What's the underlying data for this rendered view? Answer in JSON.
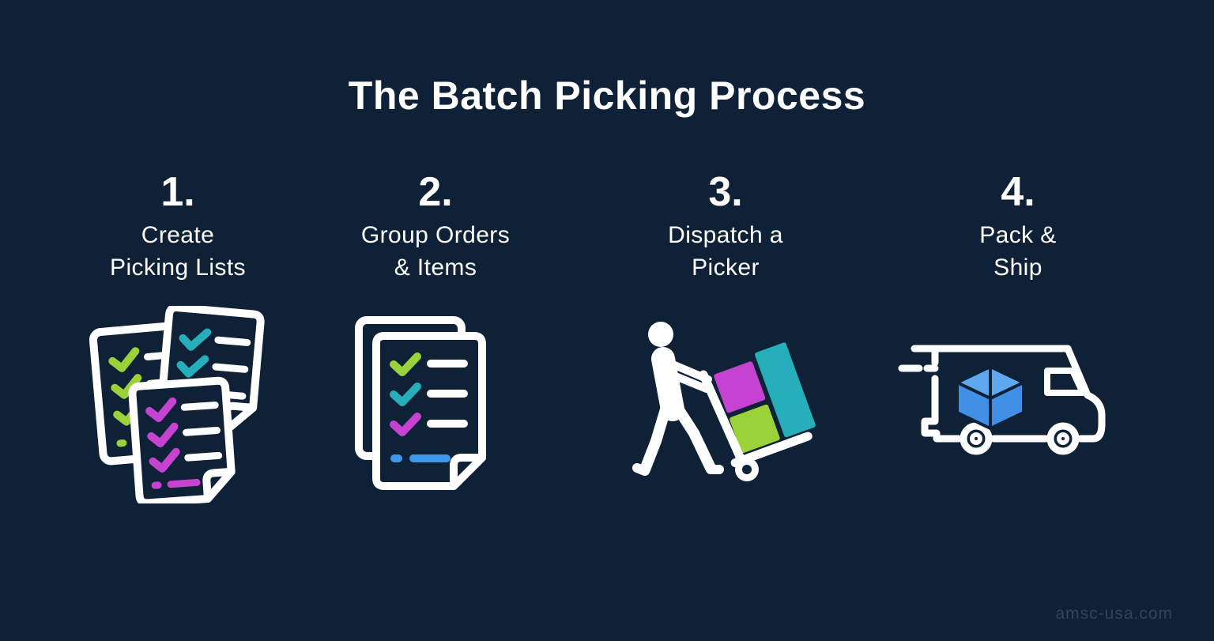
{
  "title": "The Batch Picking Process",
  "watermark": "amsc-usa.com",
  "colors": {
    "bg": "#0f2136",
    "ink": "#ffffff",
    "green": "#9bd23a",
    "teal": "#26aeba",
    "magenta": "#c643d2",
    "blue": "#3e97e8",
    "package-blue": "#4190e6",
    "package-blue-light": "#5fa8f0",
    "watermark": "#324458"
  },
  "steps": [
    {
      "number": "1.",
      "label_line1": "Create",
      "label_line2": "Picking Lists",
      "icon": "picking-lists-icon"
    },
    {
      "number": "2.",
      "label_line1": "Group Orders",
      "label_line2": "& Items",
      "icon": "group-orders-icon"
    },
    {
      "number": "3.",
      "label_line1": "Dispatch a",
      "label_line2": "Picker",
      "icon": "dispatch-picker-icon"
    },
    {
      "number": "4.",
      "label_line1": "Pack &",
      "label_line2": "Ship",
      "icon": "pack-ship-icon"
    }
  ]
}
